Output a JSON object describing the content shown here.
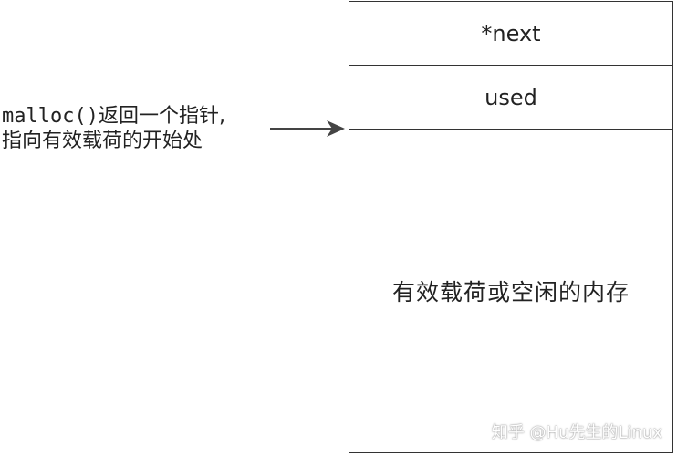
{
  "diagram": {
    "block": {
      "next_label": "*next",
      "used_label": "used",
      "payload_label": "有效载荷或空闲的内存"
    },
    "annotation": {
      "line1_code": "malloc()",
      "line1_text": "返回一个指针,",
      "line2": "指向有效载荷的开始处"
    },
    "watermark": "知乎 @Hu先生的Linux",
    "colors": {
      "border": "#333333",
      "text": "#222222",
      "arrow": "#444444"
    }
  }
}
